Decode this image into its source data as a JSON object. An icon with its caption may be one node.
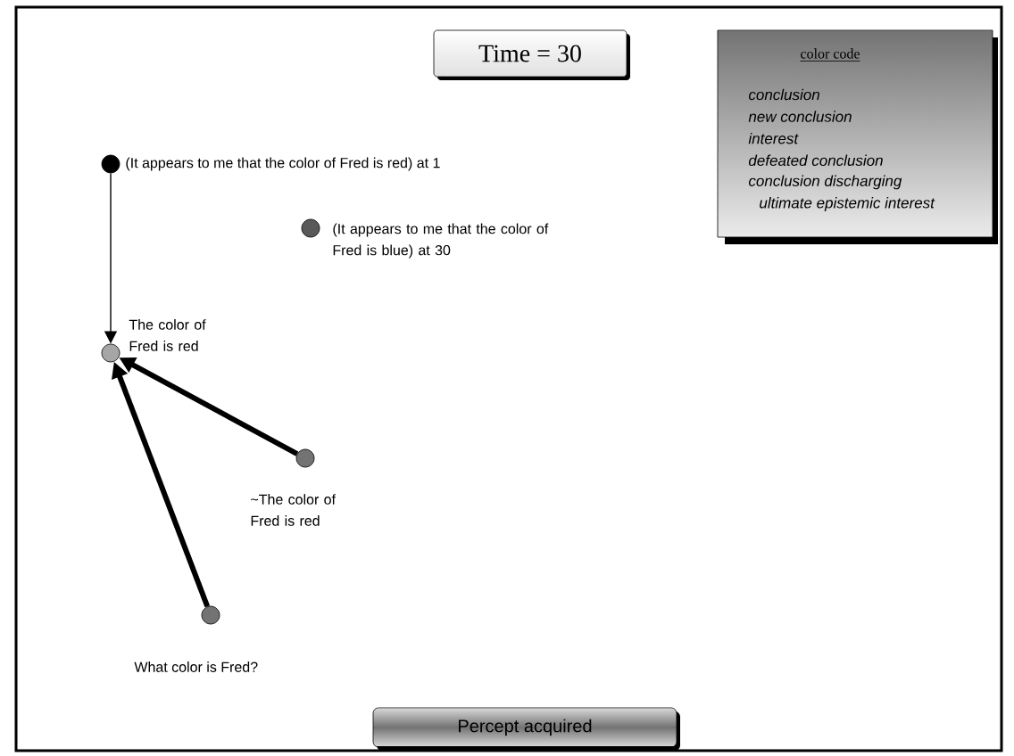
{
  "diagram": {
    "title": "Time = 30",
    "caption": "Percept acquired",
    "nodes": [
      {
        "text": [],
        "shape": "circle",
        "beside": [
          "(It appears to me that the color of Fred is red) at 1"
        ]
      },
      {
        "text": [],
        "shape": "circle",
        "beside": [
          "(It appears to me that the color of Fred is blue) at 30"
        ]
      },
      {
        "text": [],
        "shape": "circle",
        "beside": [
          "The color of Fred is red"
        ]
      },
      {
        "text": [],
        "shape": "circle",
        "beside": [
          "~The color of Fred is red"
        ]
      },
      {
        "text": [],
        "shape": "circle",
        "beside": [
          "What color is Fred?"
        ]
      }
    ],
    "edges": [
      {
        "from": 0,
        "to": 2,
        "arrow": "to"
      },
      {
        "from": 3,
        "to": 2,
        "arrow": "to"
      },
      {
        "from": 4,
        "to": 2,
        "arrow": "to"
      }
    ],
    "labels": [
      "color code"
    ],
    "legend": [
      {
        "text": "conclusion"
      },
      {
        "text": "new conclusion"
      },
      {
        "text": "interest"
      },
      {
        "text": "defeated conclusion"
      },
      {
        "text": "conclusion discharging"
      },
      {
        "text": "ultimate epistemic interest"
      }
    ]
  }
}
